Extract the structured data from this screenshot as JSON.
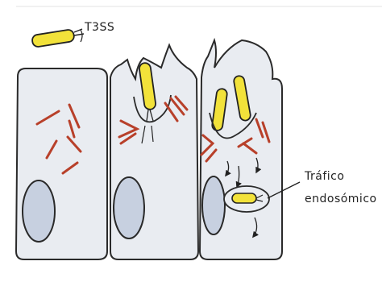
{
  "labels": {
    "t3ss": "T3SS",
    "trafico_line1": "Tráfico",
    "trafico_line2": "endosómico"
  },
  "colors": {
    "bacterium_fill": "#f2e23a",
    "bacterium_outline": "#222222",
    "actin_filament": "#b8402a",
    "cell_fill": "#e9ecf1",
    "cell_outline": "#2a2a2a",
    "nucleus_fill": "#c7d0e0"
  }
}
